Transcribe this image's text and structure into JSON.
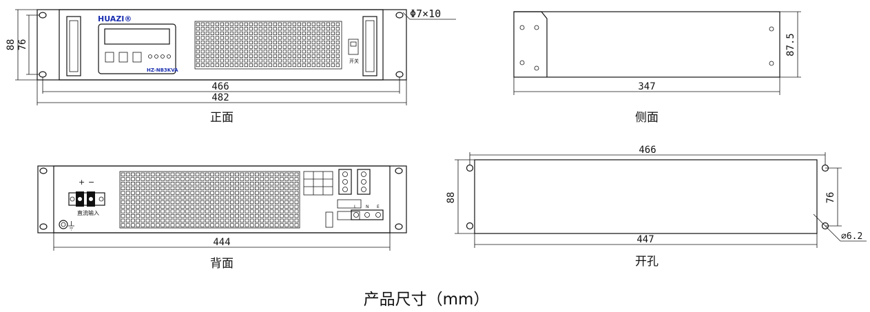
{
  "views": {
    "front": {
      "label": "正面",
      "brand": "HUAZI®",
      "model": "HZ-NB3KVA",
      "switch_label": "开关",
      "hole_spec": "Φ7×10",
      "dims": {
        "height_outer": "88",
        "height_inner": "76",
        "width_inner": "466",
        "width_outer": "482"
      }
    },
    "side": {
      "label": "侧面",
      "dims": {
        "height": "87.5",
        "depth": "347"
      }
    },
    "back": {
      "label": "背面",
      "dc_input_label": "直流输入",
      "dims": {
        "width": "444"
      }
    },
    "cutout": {
      "label": "开孔",
      "hole_spec": "⌀6.2",
      "dims": {
        "width_top": "466",
        "width_bottom": "447",
        "height_outer": "88",
        "height_inner": "76"
      }
    }
  },
  "caption": "产品尺寸（mm）"
}
